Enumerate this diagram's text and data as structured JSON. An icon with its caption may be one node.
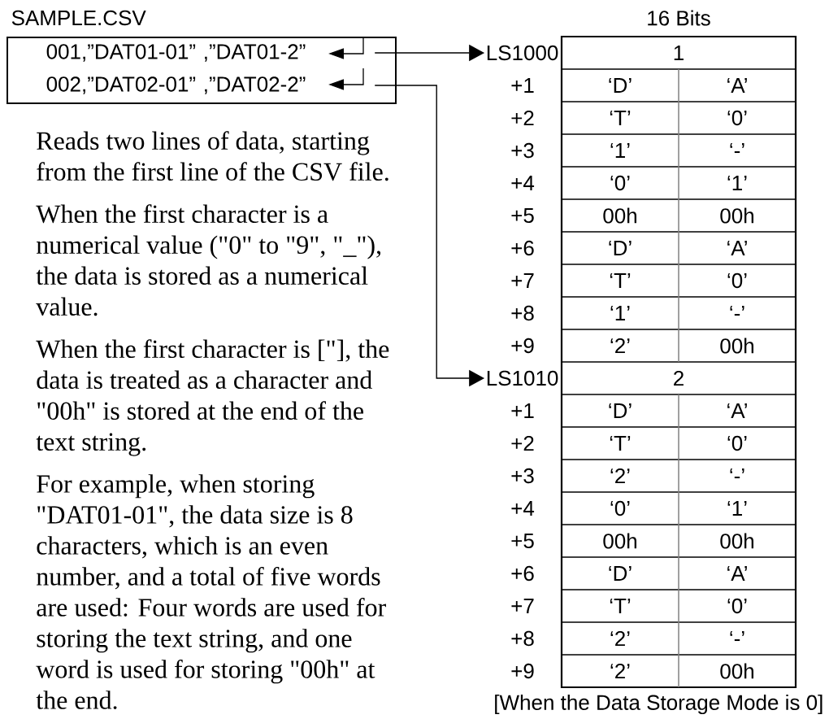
{
  "diagram": {
    "caption": "[When the Data Storage Mode is 0]",
    "nodes": [
      {
        "text": [
          "SAMPLE.CSV"
        ]
      },
      {
        "text": [
          "001,”DAT01-01” ,”DAT01-2”"
        ],
        "in": 0
      },
      {
        "text": [
          "002,”DAT02-01” ,”DAT02-2”"
        ],
        "in": 0
      },
      {
        "text": [
          "LS1000"
        ]
      },
      {
        "text": [
          "LS1010"
        ]
      }
    ],
    "edges": [
      {
        "from": 1,
        "to": 3,
        "arrow": "to"
      },
      {
        "from": 2,
        "to": 4,
        "arrow": "to"
      }
    ],
    "labels": [
      "16 Bits",
      "1",
      "+1",
      "‘D’",
      "‘A’",
      "+2",
      "‘T’",
      "‘0’",
      "+3",
      "‘1’",
      "‘-’",
      "+4",
      "‘0’",
      "‘1’",
      "+5",
      "00h",
      "00h",
      "+6",
      "‘D’",
      "‘A’",
      "+7",
      "‘T’",
      "‘0’",
      "+8",
      "‘1’",
      "‘-’",
      "+9",
      "‘2’",
      "00h",
      "2",
      "+1",
      "‘D’",
      "‘A’",
      "+2",
      "‘T’",
      "‘0’",
      "+3",
      "‘2’",
      "‘-’",
      "+4",
      "‘0’",
      "‘1’",
      "+5",
      "00h",
      "00h",
      "+6",
      "‘D’",
      "‘A’",
      "+7",
      "‘T’",
      "‘0’",
      "+8",
      "‘2’",
      "‘-’",
      "+9",
      "‘2’",
      "00h",
      "Reads two lines of data, starting from the first line of the CSV file.",
      "When the first character is a numerical value (\"0\" to \"9\", \"_\"), the data is stored as a numerical value.",
      "When the first character is [\"], the data is treated as a character and \"00h\" is stored at the end of the text string.",
      "For example, when storing \"DAT01-01\", the data size is 8 characters, which is an even number, and a total of five words are used: Four words are used for storing the text string, and one word is used for storing \"00h\" at the end."
    ]
  }
}
